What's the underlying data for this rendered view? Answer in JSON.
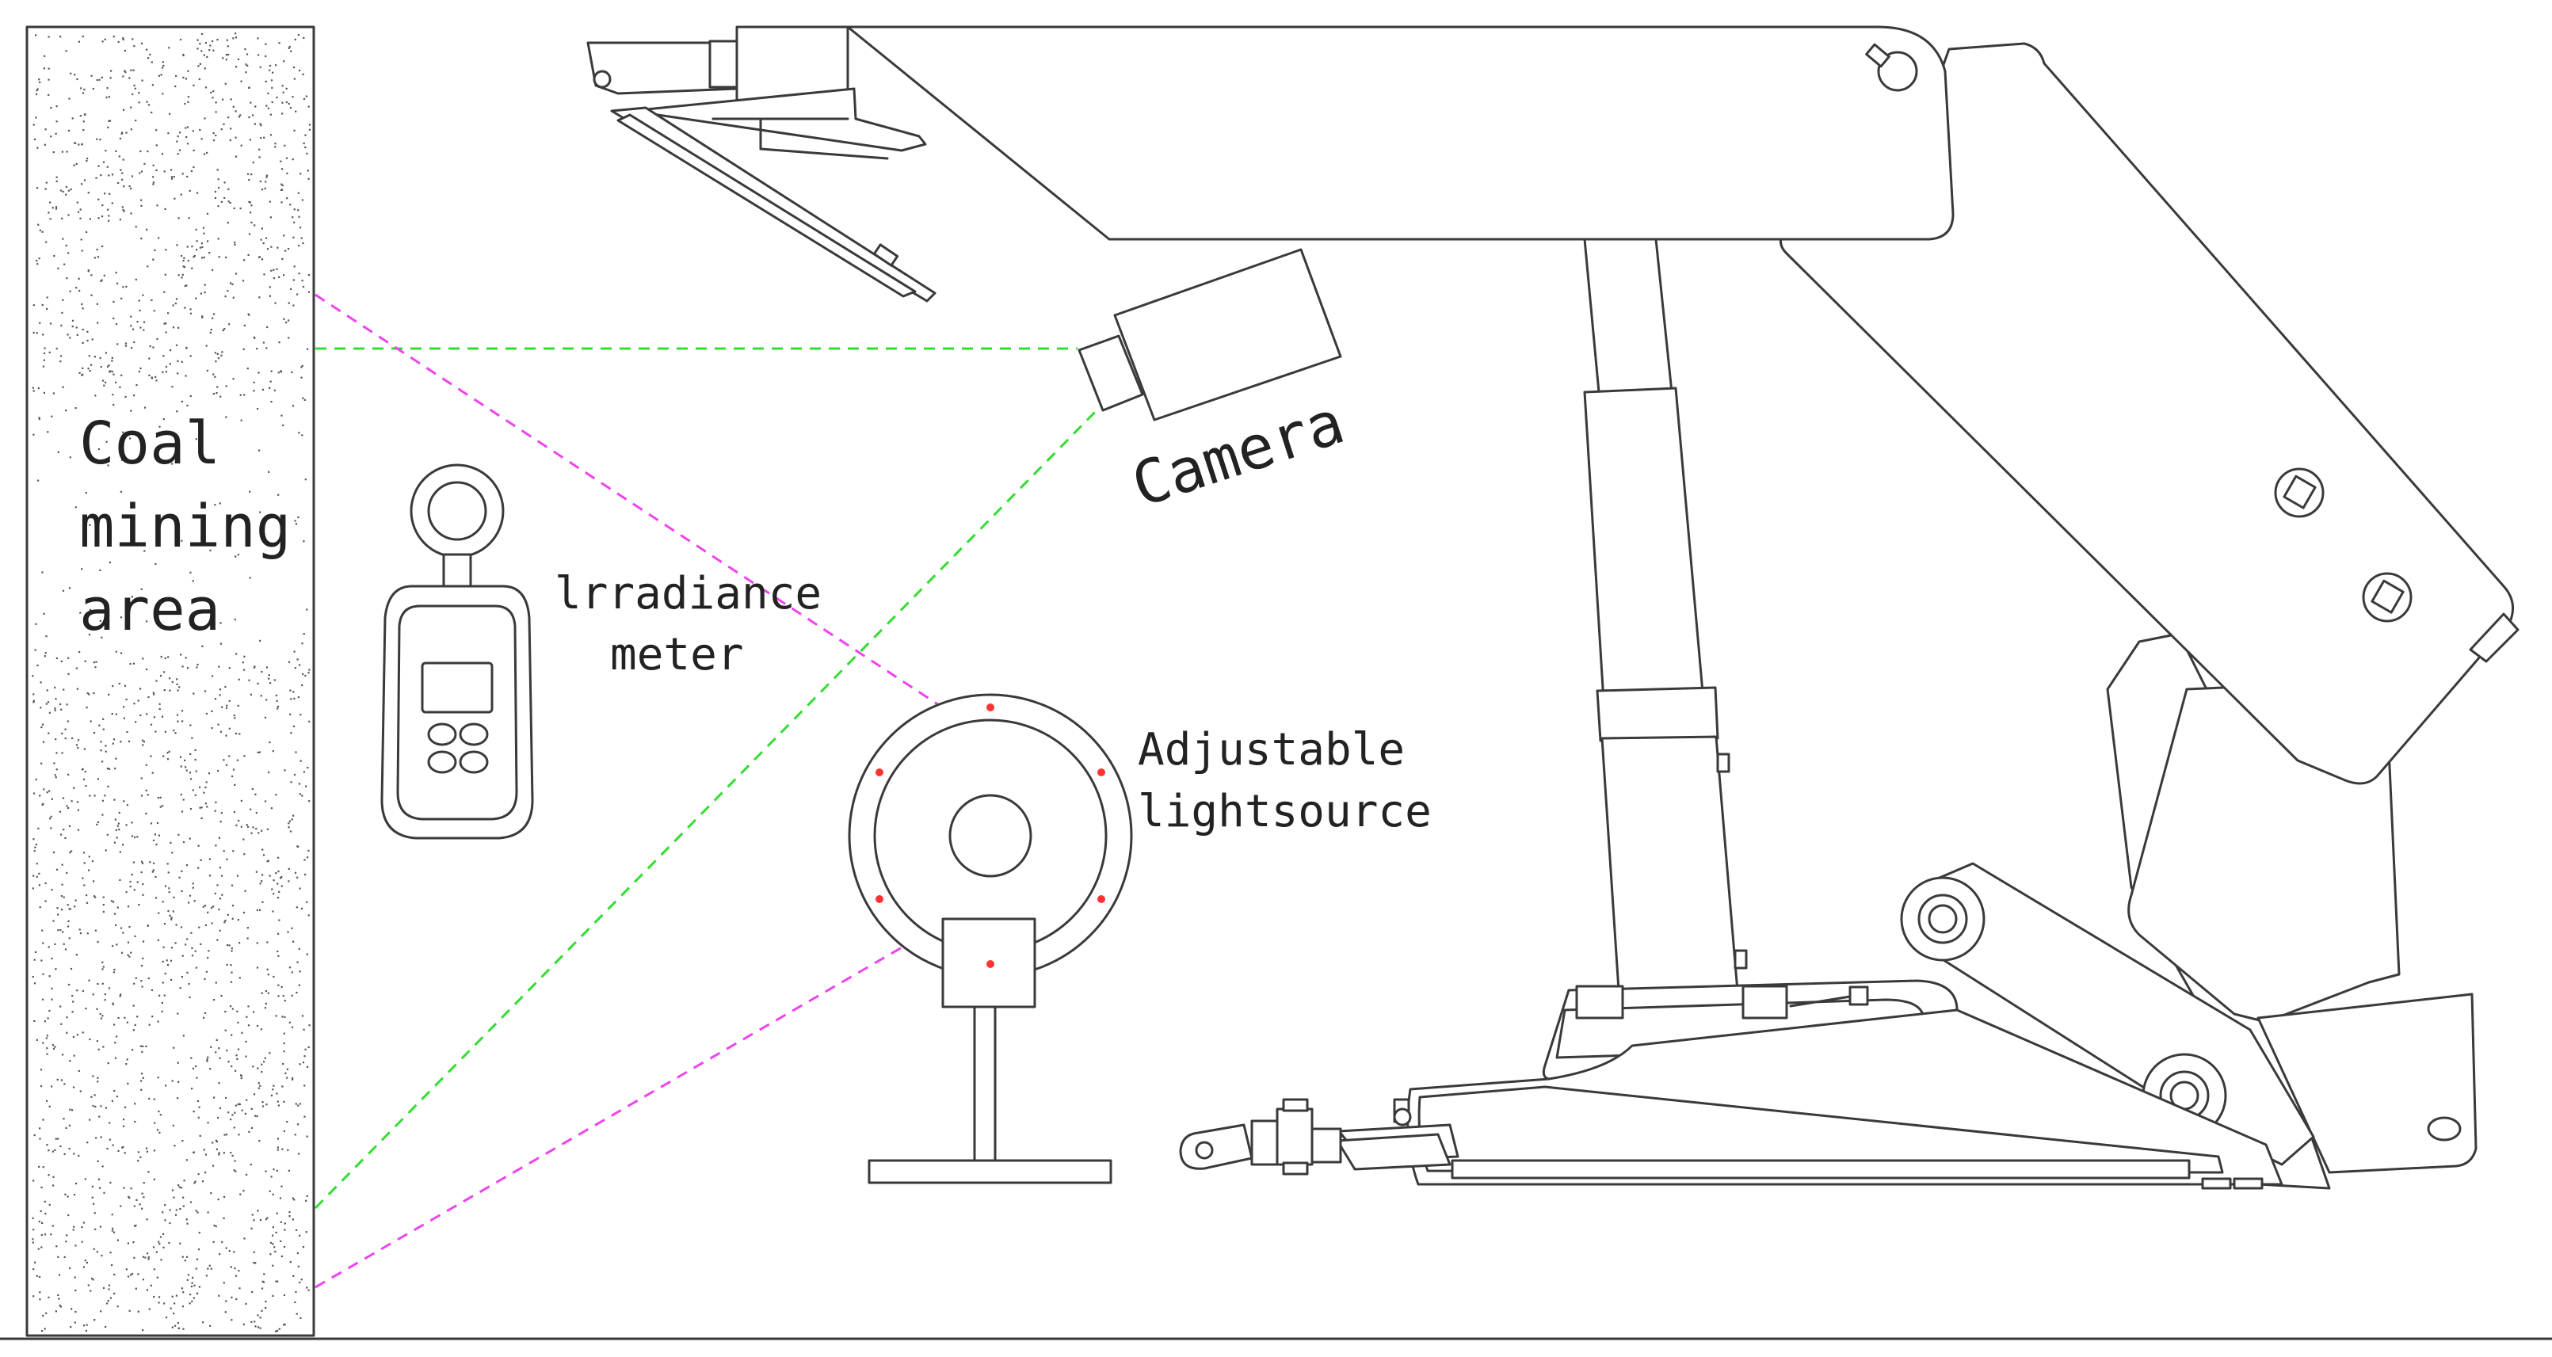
{
  "labels": {
    "coal_line1": "Coal",
    "coal_line2": "mining",
    "coal_line3": "area",
    "camera": "Camera",
    "irradiance_line1": "lrradiance",
    "irradiance_line2": "meter",
    "light_line1": "Adjustable",
    "light_line2": "lightsource"
  },
  "colors": {
    "line": "#3a3a3a",
    "camera_view_lines": "#33dd33",
    "light_beam_lines": "#ee44ee",
    "led_dots": "#ff3333"
  }
}
